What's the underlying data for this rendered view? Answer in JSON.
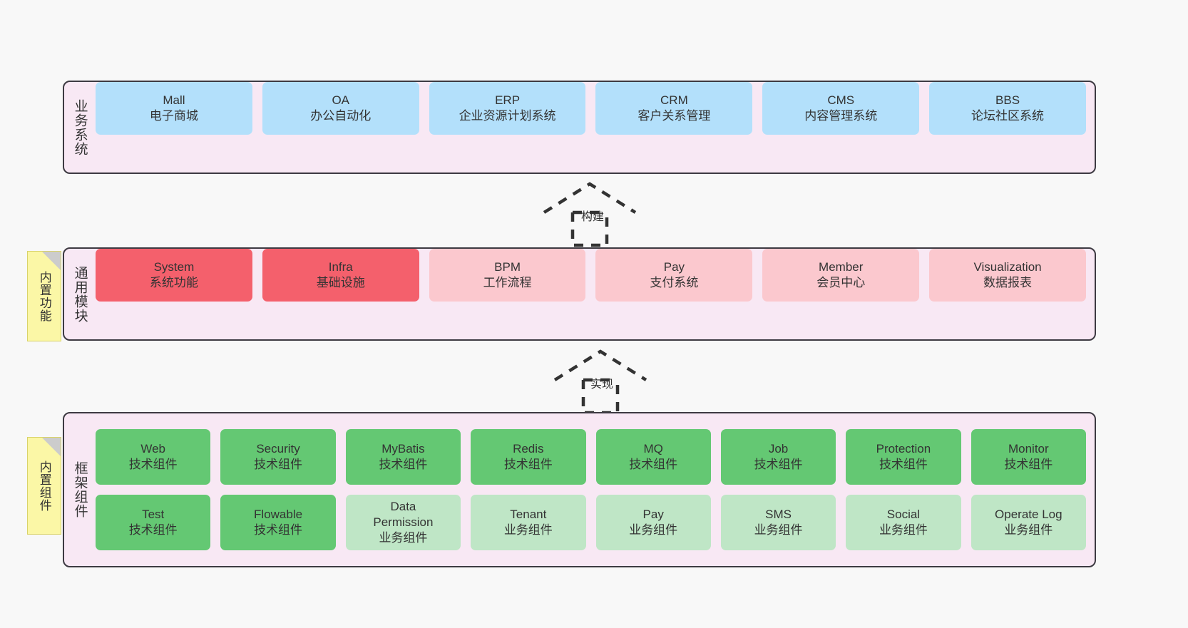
{
  "diagram": {
    "title": "",
    "colors": {
      "panel_bg": "#f8e8f4",
      "panel_border": "#3d3a42",
      "business_cell": "#b3e0fb",
      "common_strong_cell": "#f4606c",
      "common_light_cell": "#fbc8ce",
      "framework_tech_cell": "#64c873",
      "framework_biz_cell": "#bfe6c6",
      "note_bg": "#fbf7a6",
      "canvas_bg": "#f8f8f8"
    }
  },
  "layers": [
    {
      "id": "business",
      "title": "业务系统",
      "rows": [
        {
          "cells": [
            {
              "t1": "Mall",
              "t2": "电子商城"
            },
            {
              "t1": "OA",
              "t2": "办公自动化"
            },
            {
              "t1": "ERP",
              "t2": "企业资源计划系统"
            },
            {
              "t1": "CRM",
              "t2": "客户关系管理"
            },
            {
              "t1": "CMS",
              "t2": "内容管理系统"
            },
            {
              "t1": "BBS",
              "t2": "论坛社区系统"
            }
          ]
        }
      ]
    },
    {
      "id": "common",
      "title": "通用模块",
      "rows": [
        {
          "cells": [
            {
              "t1": "System",
              "t2": "系统功能"
            },
            {
              "t1": "Infra",
              "t2": "基础设施"
            },
            {
              "t1": "BPM",
              "t2": "工作流程"
            },
            {
              "t1": "Pay",
              "t2": "支付系统"
            },
            {
              "t1": "Member",
              "t2": "会员中心"
            },
            {
              "t1": "Visualization",
              "t2": "数据报表"
            }
          ]
        }
      ]
    },
    {
      "id": "framework",
      "title": "框架组件",
      "rows": [
        {
          "cells": [
            {
              "t1": "Web",
              "t2": "技术组件"
            },
            {
              "t1": "Security",
              "t2": "技术组件"
            },
            {
              "t1": "MyBatis",
              "t2": "技术组件"
            },
            {
              "t1": "Redis",
              "t2": "技术组件"
            },
            {
              "t1": "MQ",
              "t2": "技术组件"
            },
            {
              "t1": "Job",
              "t2": "技术组件"
            },
            {
              "t1": "Protection",
              "t2": "技术组件"
            },
            {
              "t1": "Monitor",
              "t2": "技术组件"
            }
          ]
        },
        {
          "cells": [
            {
              "t1": "Test",
              "t2": "技术组件"
            },
            {
              "t1": "Flowable",
              "t2": "技术组件"
            },
            {
              "t1": "Data",
              "t2": "Permission",
              "t3": "业务组件"
            },
            {
              "t1": "Tenant",
              "t2": "业务组件"
            },
            {
              "t1": "Pay",
              "t2": "业务组件"
            },
            {
              "t1": "SMS",
              "t2": "业务组件"
            },
            {
              "t1": "Social",
              "t2": "业务组件"
            },
            {
              "t1": "Operate Log",
              "t2": "业务组件"
            }
          ]
        }
      ]
    }
  ],
  "notes": [
    {
      "id": "note-common",
      "text": "内置功能"
    },
    {
      "id": "note-framework",
      "text": "内置组件"
    }
  ],
  "arrows": [
    {
      "id": "arrow-build",
      "label": "构建"
    },
    {
      "id": "arrow-impl",
      "label": "实现"
    }
  ]
}
